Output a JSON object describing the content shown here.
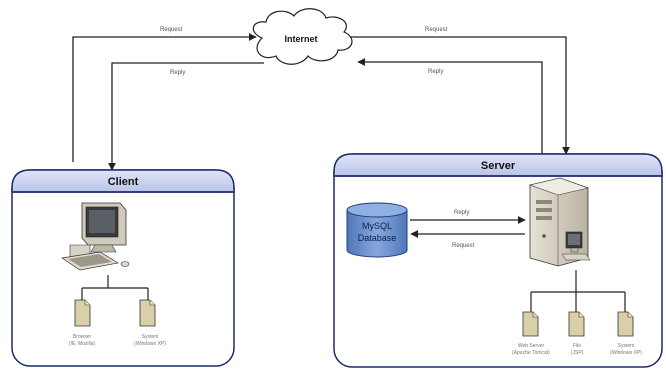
{
  "cloud": {
    "label": "Internet"
  },
  "arrows": {
    "client_request": "Request",
    "client_reply": "Reply",
    "server_request": "Request",
    "server_reply": "Reply",
    "db_reply": "Reply",
    "db_request": "Request"
  },
  "client": {
    "title": "Client",
    "files": [
      {
        "line1": "Browser",
        "line2": "(IE, Mozilla)"
      },
      {
        "line1": "System",
        "line2": "(Windows XP)"
      }
    ]
  },
  "server": {
    "title": "Server",
    "database": {
      "line1": "MySQL",
      "line2": "Database"
    },
    "files": [
      {
        "line1": "Web Server",
        "line2": "(Apache Tomcat)"
      },
      {
        "line1": "File",
        "line2": "(JSP)"
      },
      {
        "line1": "System",
        "line2": "(Windows XP)"
      }
    ]
  },
  "colors": {
    "panel_header": "#c9d2ee",
    "panel_border": "#1c2a6b",
    "database_fill": "#6e93cc",
    "line": "#222222"
  }
}
